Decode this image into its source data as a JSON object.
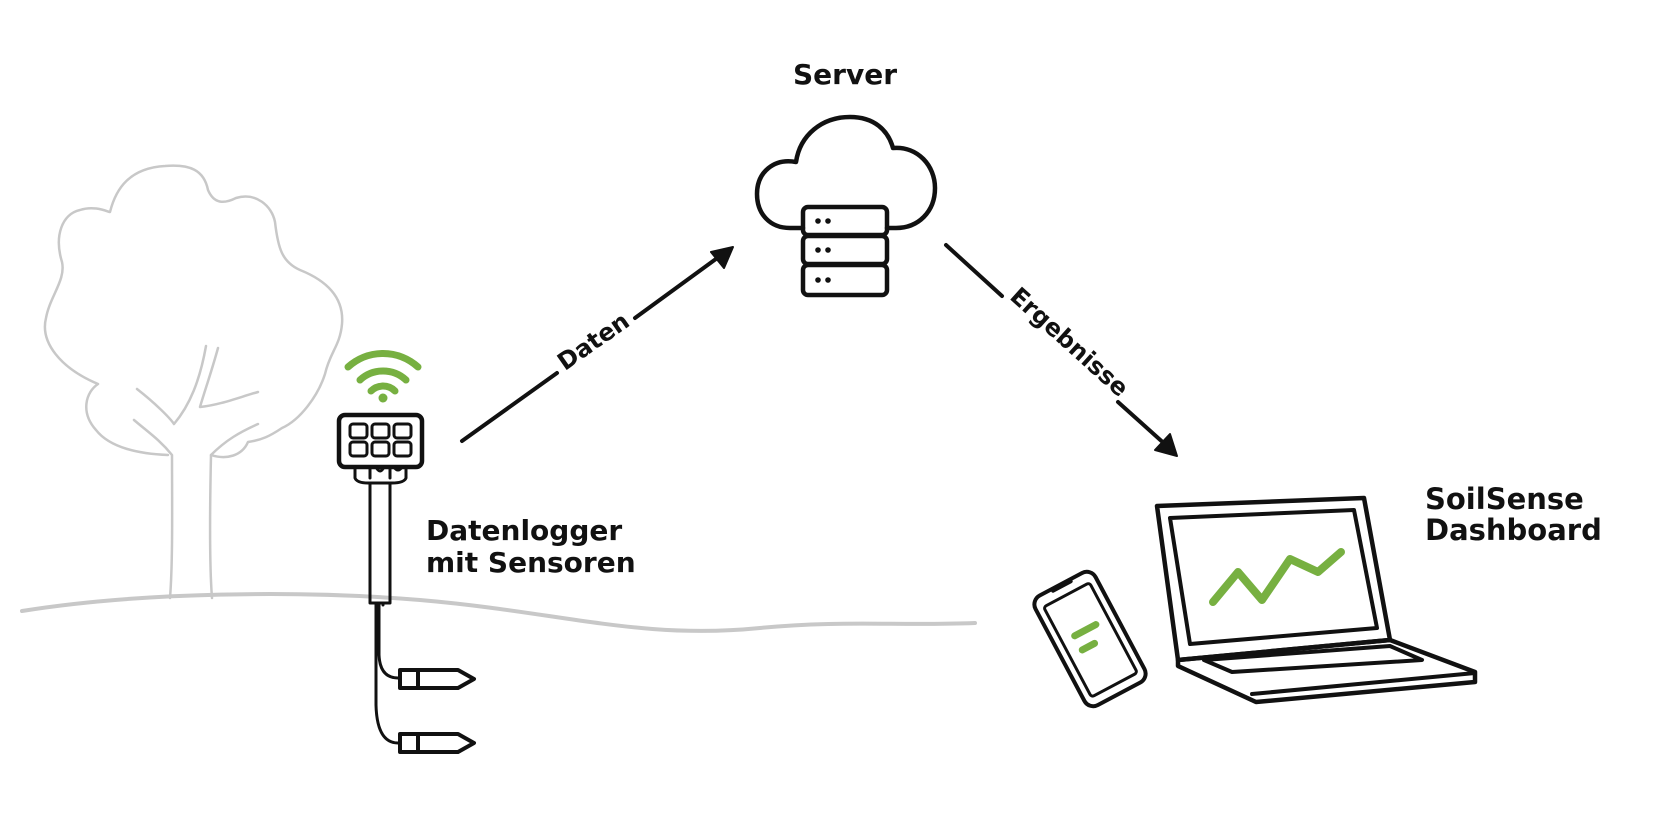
{
  "diagram": {
    "nodes": {
      "server": {
        "title": "Server",
        "icon": "cloud-server-icon"
      },
      "logger": {
        "title_line1": "Datenlogger",
        "title_line2": "mit Sensoren",
        "icon": "datalogger-icon",
        "signal_icon": "wifi-icon",
        "sensor_count": 2
      },
      "dashboard": {
        "title_line1": "SoilSense",
        "title_line2": "Dashboard",
        "devices": [
          "laptop-icon",
          "smartphone-icon"
        ]
      }
    },
    "edges": [
      {
        "from": "logger",
        "to": "server",
        "label": "Daten"
      },
      {
        "from": "server",
        "to": "dashboard",
        "label": "Ergebnisse"
      }
    ],
    "background": {
      "elements": [
        "tree-illustration",
        "ground-line"
      ]
    },
    "colors": {
      "ink": "#111111",
      "accent_green": "#77b041",
      "background_grey": "#c8c8c8",
      "background": "#ffffff"
    }
  }
}
